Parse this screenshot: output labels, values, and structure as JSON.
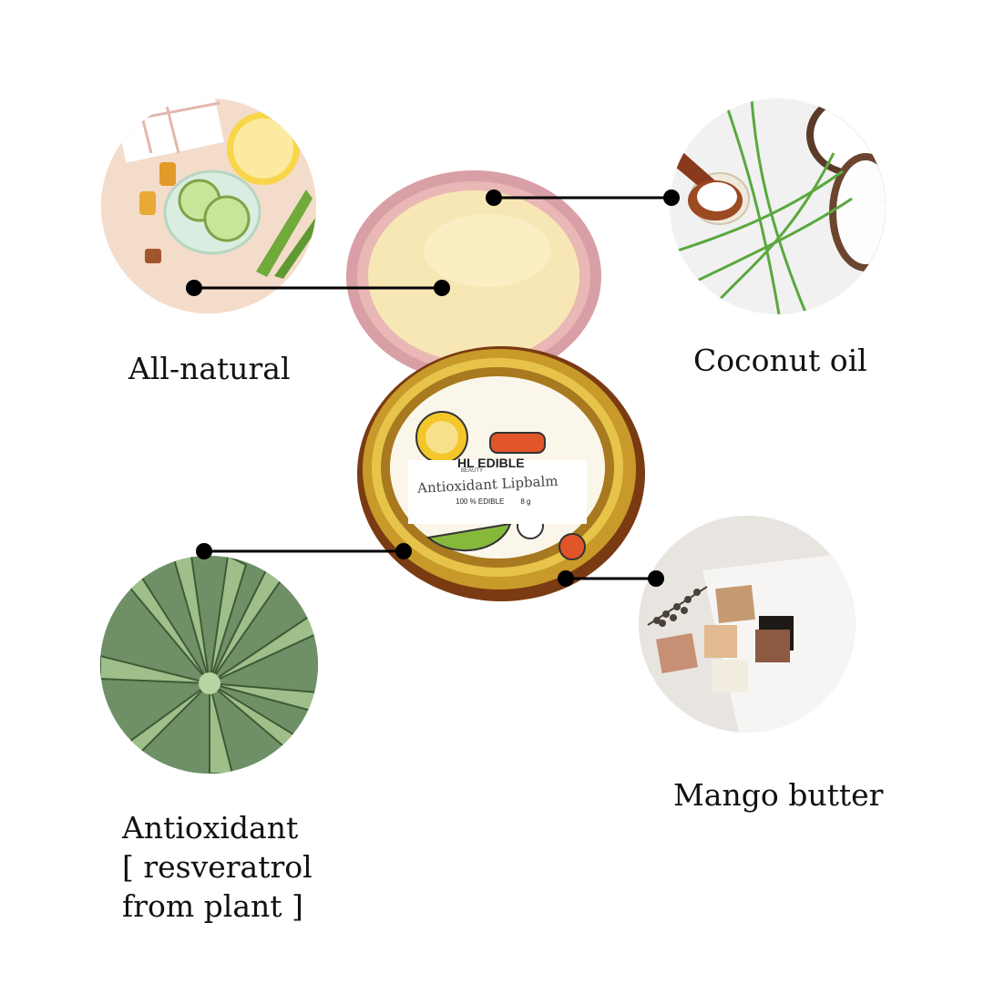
{
  "ingredients": [
    {
      "id": "all-natural",
      "caption_lines": [
        "All-natural"
      ]
    },
    {
      "id": "coconut-oil",
      "caption_lines": [
        "Coconut oil"
      ]
    },
    {
      "id": "antioxidant",
      "caption_lines": [
        "Antioxidant",
        "[ resveratrol",
        "from plant ]"
      ]
    },
    {
      "id": "mango-butter",
      "caption_lines": [
        "Mango butter"
      ]
    }
  ],
  "product": {
    "brand": "HL EDIBLE",
    "brand_sub": "BEAUTY",
    "name": "Antioxidant Lipbalm",
    "edible": "100 % EDIBLE",
    "weight": "8 g"
  },
  "colors": {
    "line": "#000000",
    "balm": "#f7e7b5",
    "jar_rim": "#d8a0a6",
    "lid_gold": "#c89a2a",
    "lid_dark": "#7a3a12"
  }
}
